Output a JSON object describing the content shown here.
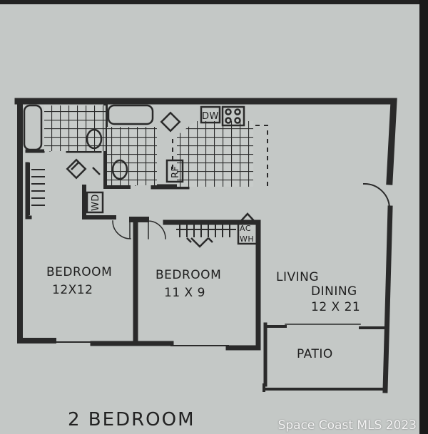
{
  "rooms": {
    "bedroom1": {
      "name": "BEDROOM",
      "size": "12X12"
    },
    "bedroom2": {
      "name": "BEDROOM",
      "size": "11 X 9"
    },
    "living": {
      "name1": "LIVING",
      "name2": "DINING",
      "size": "12 X 21"
    },
    "patio": {
      "name": "PATIO"
    }
  },
  "fixtures": {
    "dishwasher": "DW",
    "refrigerator": "RF",
    "washer_dryer": "WD",
    "ac": "AC",
    "water_heater": "WH"
  },
  "title": "2 BEDROOM",
  "watermark": "Space Coast MLS 2023",
  "colors": {
    "paper": "#c4c8c6",
    "walls": "#2a2a2a"
  }
}
